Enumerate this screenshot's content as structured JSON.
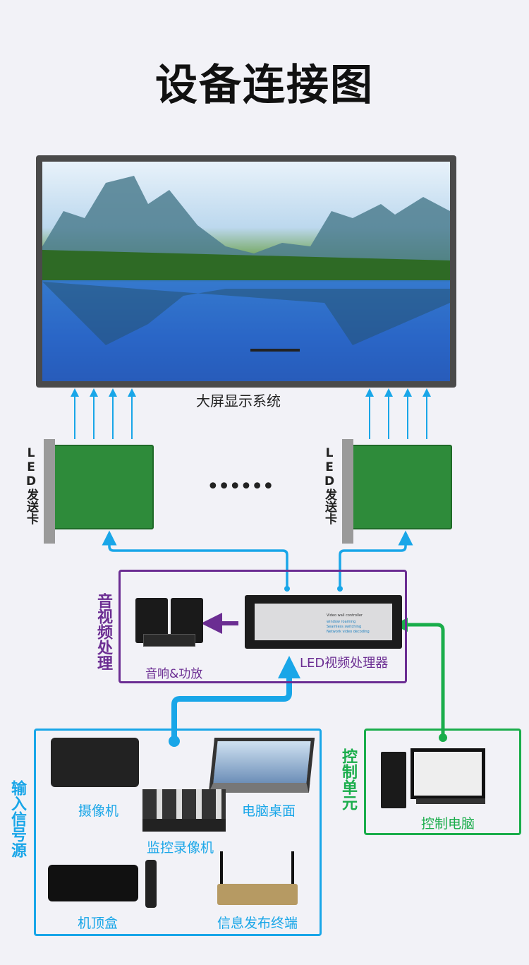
{
  "title": "设备连接图",
  "display": {
    "label": "大屏显示系统"
  },
  "sender_cards": {
    "left_label": "LED发送卡",
    "right_label": "LED发送卡",
    "ellipsis": "••••••"
  },
  "av_processing": {
    "group_label": "音视频处理",
    "speaker_label": "音响&功放",
    "processor_label": "LED视频处理器",
    "processor_panel_title": "Video wall controller",
    "processor_panel_lines": [
      "window roaming",
      "Seamless switching",
      "Network video decoding"
    ]
  },
  "input_sources": {
    "group_label": "输入信号源",
    "items": [
      "摄像机",
      "电脑桌面",
      "监控录像机",
      "机顶盒",
      "信息发布终端"
    ]
  },
  "control": {
    "group_label": "控制单元",
    "item_label": "控制电脑"
  },
  "colors": {
    "blue": "#19a6e8",
    "purple": "#6b2d92",
    "green": "#1aad4b"
  }
}
